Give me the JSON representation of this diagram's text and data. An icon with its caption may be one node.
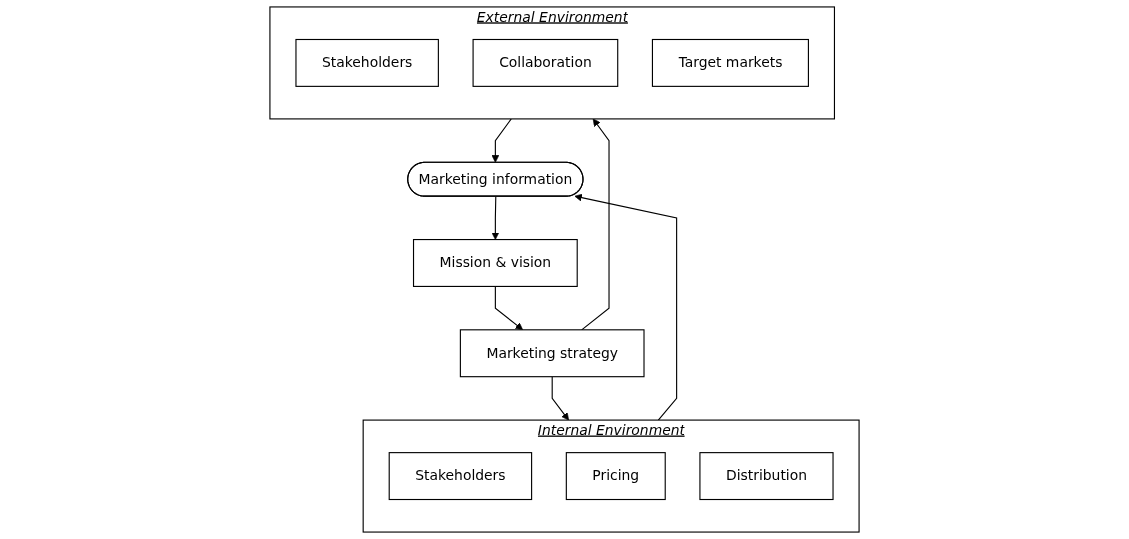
{
  "diagram": {
    "nodes": [
      {
        "text": [
          "Marketing information"
        ]
      },
      {
        "text": [
          "Mission & vision"
        ]
      },
      {
        "text": [
          "Marketing strategy"
        ]
      },
      {
        "text": [
          "Internal Environment"
        ]
      },
      {
        "text": [
          "Stakeholders"
        ],
        "in": 3
      },
      {
        "text": [
          "Pricing"
        ],
        "in": 3
      },
      {
        "text": [
          "Distribution"
        ],
        "in": 3
      },
      {
        "text": [
          "External Environment"
        ]
      },
      {
        "text": [
          "Stakeholders"
        ],
        "in": 7
      },
      {
        "text": [
          "Collaboration"
        ],
        "in": 7
      },
      {
        "text": [
          "Target markets"
        ],
        "in": 7
      }
    ],
    "edges": [
      {
        "from": 0,
        "to": 1,
        "arrow": "to"
      },
      {
        "from": 1,
        "to": 2,
        "arrow": "to"
      },
      {
        "from": 2,
        "to": 3,
        "arrow": "to"
      },
      {
        "from": 2,
        "to": 7,
        "arrow": "to"
      },
      {
        "from": 3,
        "to": 0,
        "arrow": "to"
      },
      {
        "from": 7,
        "to": 0,
        "arrow": "to"
      }
    ]
  }
}
